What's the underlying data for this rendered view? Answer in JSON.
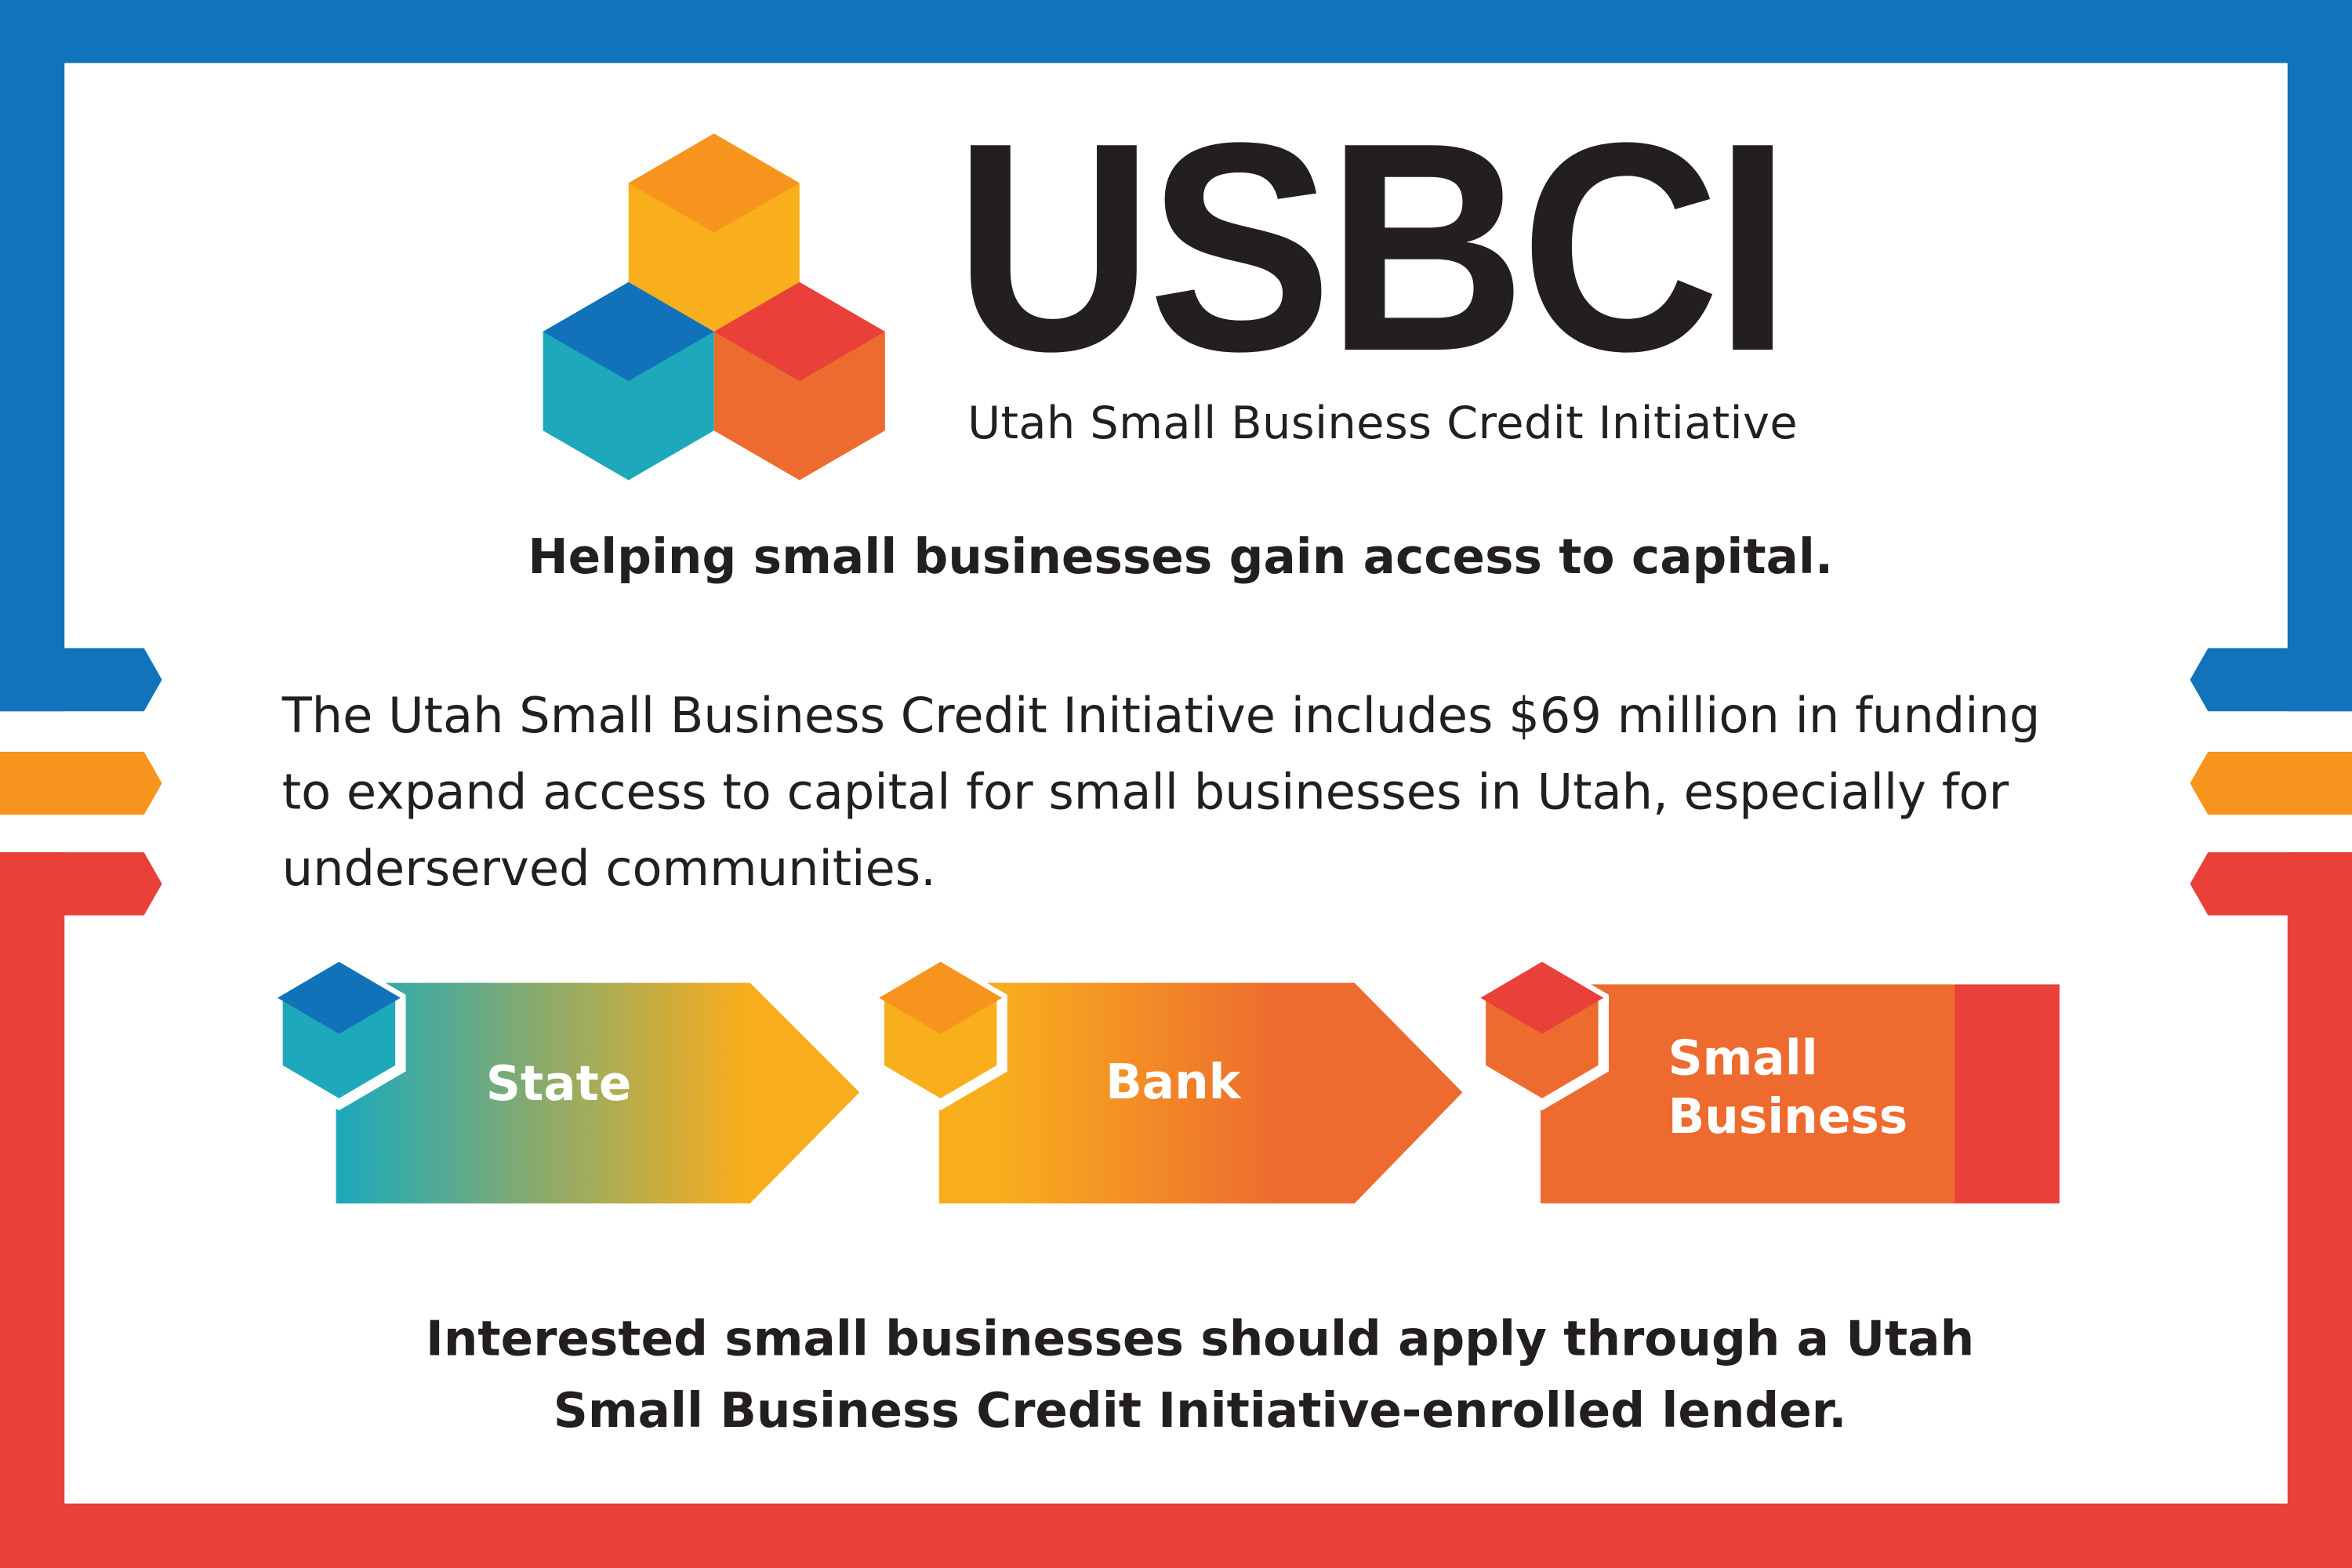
{
  "header": {
    "logo_text": "USBCI",
    "subtitle": "Utah Small Business Credit Initiative"
  },
  "tagline": "Helping small businesses gain access to capital.",
  "description": {
    "lines": [
      "The Utah Small Business Credit Initiative includes $69 million in funding",
      "to expand access to capital for small businesses in Utah, especially for",
      "underserved communities."
    ]
  },
  "flow": {
    "steps": [
      {
        "label": "State"
      },
      {
        "label": "Bank"
      },
      {
        "label_line1": "Small",
        "label_line2": "Business"
      }
    ]
  },
  "call_to_action": {
    "lines": [
      "Interested small businesses should apply through a Utah",
      "Small Business Credit Initiative-enrolled lender."
    ]
  },
  "colors": {
    "blue": "#1173b9",
    "orange": "#f7941d",
    "red": "#e9403a",
    "teal": "#1da9bb",
    "yellow": "#f8ad1d",
    "orange_red": "#ee6b2f",
    "text": "#231f20"
  }
}
